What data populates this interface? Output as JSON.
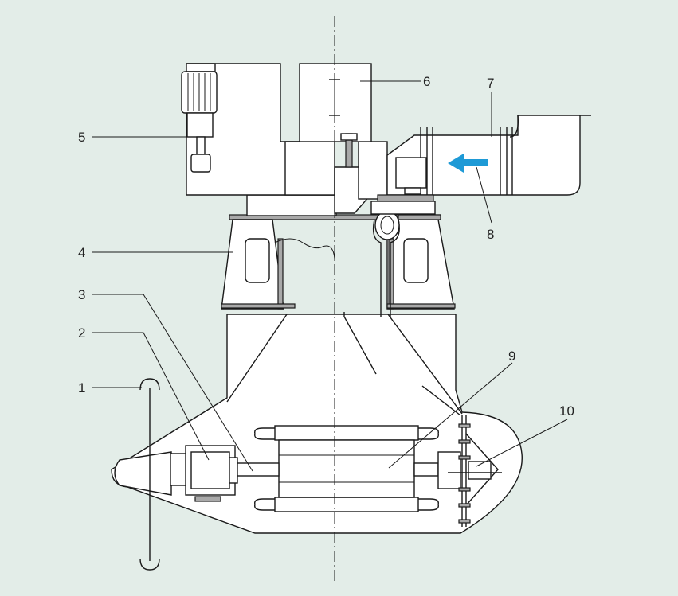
{
  "labels": [
    {
      "id": "1",
      "text": "1"
    },
    {
      "id": "2",
      "text": "2"
    },
    {
      "id": "3",
      "text": "3"
    },
    {
      "id": "4",
      "text": "4"
    },
    {
      "id": "5",
      "text": "5"
    },
    {
      "id": "6",
      "text": "6"
    },
    {
      "id": "7",
      "text": "7"
    },
    {
      "id": "8",
      "text": "8"
    },
    {
      "id": "9",
      "text": "9"
    },
    {
      "id": "10",
      "text": "10"
    }
  ],
  "colors": {
    "background": "#e3ede8",
    "line": "#1a1a1a",
    "part_fill": "#ffffff",
    "plate_fill": "#a9a9a9",
    "flow_arrow": "#1e9ad6"
  }
}
